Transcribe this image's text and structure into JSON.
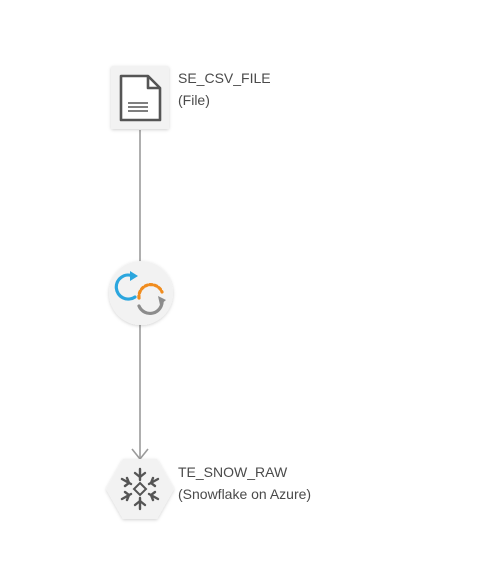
{
  "nodes": {
    "source": {
      "name": "SE_CSV_FILE",
      "type": "(File)",
      "icon": "document-icon"
    },
    "transform": {
      "icon": "sync-process-icon"
    },
    "target": {
      "name": "TE_SNOW_RAW",
      "type": "(Snowflake on Azure)",
      "icon": "snowflake-icon"
    }
  },
  "colors": {
    "connector": "#9b9b9b",
    "node_fill": "#f2f2f2",
    "icon_dark": "#555555",
    "accent_blue": "#2ba6de",
    "accent_orange": "#f08c1e",
    "label_text": "#4a4a4a"
  }
}
